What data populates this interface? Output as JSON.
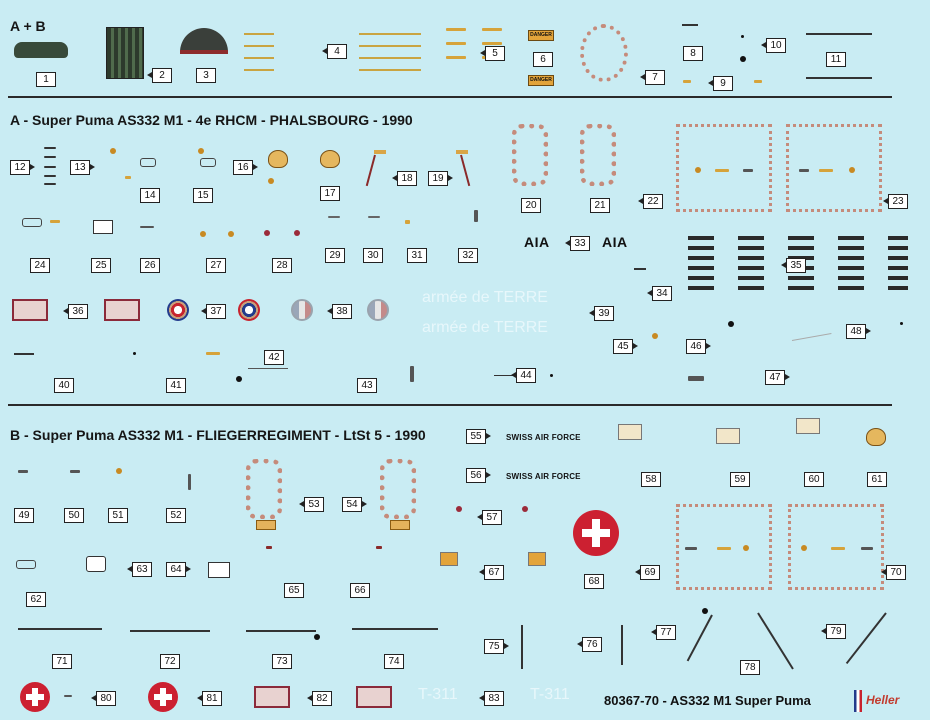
{
  "sections": {
    "ab": "A + B",
    "a": "A - Super Puma AS332 M1 - 4e RHCM - PHALSBOURG - 1990",
    "b": "B - Super Puma AS332 M1 - FLIEGERREGIMENT - LtSt 5 - 1990"
  },
  "labels": {
    "n1": "1",
    "n2": "2",
    "n3": "3",
    "n4": "4",
    "n5": "5",
    "n6": "6",
    "n7": "7",
    "n8": "8",
    "n9": "9",
    "n10": "10",
    "n11": "11",
    "n12": "12",
    "n13": "13",
    "n14": "14",
    "n15": "15",
    "n16": "16",
    "n17": "17",
    "n18": "18",
    "n19": "19",
    "n20": "20",
    "n21": "21",
    "n22": "22",
    "n23": "23",
    "n24": "24",
    "n25": "25",
    "n26": "26",
    "n27": "27",
    "n28": "28",
    "n29": "29",
    "n30": "30",
    "n31": "31",
    "n32": "32",
    "n33": "33",
    "n34": "34",
    "n35": "35",
    "n36": "36",
    "n37": "37",
    "n38": "38",
    "n39": "39",
    "n40": "40",
    "n41": "41",
    "n42": "42",
    "n43": "43",
    "n44": "44",
    "n45": "45",
    "n46": "46",
    "n47": "47",
    "n48": "48",
    "n49": "49",
    "n50": "50",
    "n51": "51",
    "n52": "52",
    "n53": "53",
    "n54": "54",
    "n55": "55",
    "n56": "56",
    "n57": "57",
    "n58": "58",
    "n59": "59",
    "n60": "60",
    "n61": "61",
    "n62": "62",
    "n63": "63",
    "n64": "64",
    "n65": "65",
    "n66": "66",
    "n67": "67",
    "n68": "68",
    "n69": "69",
    "n70": "70",
    "n71": "71",
    "n72": "72",
    "n73": "73",
    "n74": "74",
    "n75": "75",
    "n76": "76",
    "n77": "77",
    "n78": "78",
    "n79": "79",
    "n80": "80",
    "n81": "81",
    "n82": "82",
    "n83": "83"
  },
  "texts": {
    "danger_top": "DANGER",
    "danger_bottom": "DANGER",
    "aia_left": "AIA",
    "aia_right": "AIA",
    "armee1": "armée de TERRE",
    "armee2": "armée de TERRE",
    "swiss1": "SWISS AIR FORCE",
    "swiss2": "SWISS AIR FORCE",
    "t311a": "T-311",
    "t311b": "T-311",
    "product": "80367-70 - AS332 M1 Super Puma",
    "brand": "Heller"
  },
  "colors": {
    "background": "#c9ecf3",
    "swiss_red": "#cc2031",
    "french_blue": "#233b8c",
    "french_red": "#c8232e",
    "gold": "#c9a441"
  }
}
